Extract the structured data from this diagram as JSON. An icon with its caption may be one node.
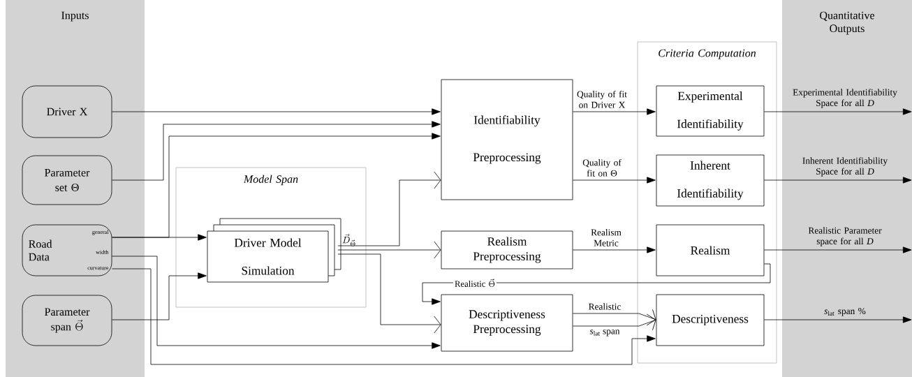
{
  "diagram": {
    "nodes": [
      {
        "text": [
          "Inputs"
        ]
      },
      {
        "text": [
          "Driver X"
        ],
        "in": 0
      },
      {
        "text": [
          "Parameter set Θ"
        ],
        "in": 0
      },
      {
        "text": [
          "Road Data",
          "general",
          "width",
          "curvature"
        ],
        "in": 0
      },
      {
        "text": [
          "Parameter span",
          "\\vec{\\Theta}"
        ],
        "in": 0
      },
      {
        "text": [
          "Model Span"
        ]
      },
      {
        "text": [
          "Driver Model Simulation"
        ],
        "in": 5
      },
      {
        "text": [
          "Identifiability Preprocessing"
        ]
      },
      {
        "text": [
          "Realism Preprocessing"
        ]
      },
      {
        "text": [
          "Descriptiveness Preprocessing"
        ]
      },
      {
        "text": [
          "Criteria Computation"
        ]
      },
      {
        "text": [
          "Experimental Identifiability"
        ],
        "in": 10
      },
      {
        "text": [
          "Inherent Identifiability"
        ],
        "in": 10
      },
      {
        "text": [
          "Realism"
        ],
        "in": 10
      },
      {
        "text": [
          "Descriptiveness"
        ],
        "in": 10
      },
      {
        "text": [
          "Quantitative Outputs"
        ]
      }
    ],
    "edges": [
      {
        "from": 1,
        "to": 7,
        "arrow": "to"
      },
      {
        "from": 2,
        "to": 7,
        "arrow": "to"
      },
      {
        "from": 3,
        "to": 7,
        "arrow": "to"
      },
      {
        "from": 3,
        "to": 6,
        "arrow": "to"
      },
      {
        "from": 4,
        "to": 6,
        "arrow": "to"
      },
      {
        "from": 3,
        "to": 9,
        "arrow": "to"
      },
      {
        "from": 3,
        "to": 14,
        "arrow": "to"
      },
      {
        "from": 6,
        "to": 7,
        "arrow": "to",
        "label": "\\vec{D}_{\\vec{\\Theta}}"
      },
      {
        "from": 6,
        "to": 8,
        "arrow": "to"
      },
      {
        "from": 6,
        "to": 9,
        "arrow": "to"
      },
      {
        "from": 7,
        "to": 11,
        "arrow": "to",
        "label": "Quality of fit on Driver X"
      },
      {
        "from": 7,
        "to": 12,
        "arrow": "to",
        "label": "Quality of fit on Θ"
      },
      {
        "from": 8,
        "to": 13,
        "arrow": "to",
        "label": "Realism Metric"
      },
      {
        "from": 13,
        "to": 9,
        "arrow": "to",
        "label": "\\mathrm{Realistic}\\ \\vec{\\Theta}"
      },
      {
        "from": 9,
        "to": 14,
        "arrow": "to",
        "label": "Realistic"
      },
      {
        "from": 9,
        "to": 14,
        "arrow": "to",
        "label": "*s*$_{lat}$ span"
      },
      {
        "from": 11,
        "to": 15,
        "arrow": "to",
        "label": "Experimental Identifiability Space for all *D*"
      },
      {
        "from": 12,
        "to": 15,
        "arrow": "to",
        "label": "Inherent Identifiability Space for all *D*"
      },
      {
        "from": 13,
        "to": 15,
        "arrow": "to",
        "label": "Realistic Parameter space for all *D*"
      },
      {
        "from": 14,
        "to": 15,
        "arrow": "to",
        "label": "*s*$_{lat}$ span %"
      }
    ]
  }
}
